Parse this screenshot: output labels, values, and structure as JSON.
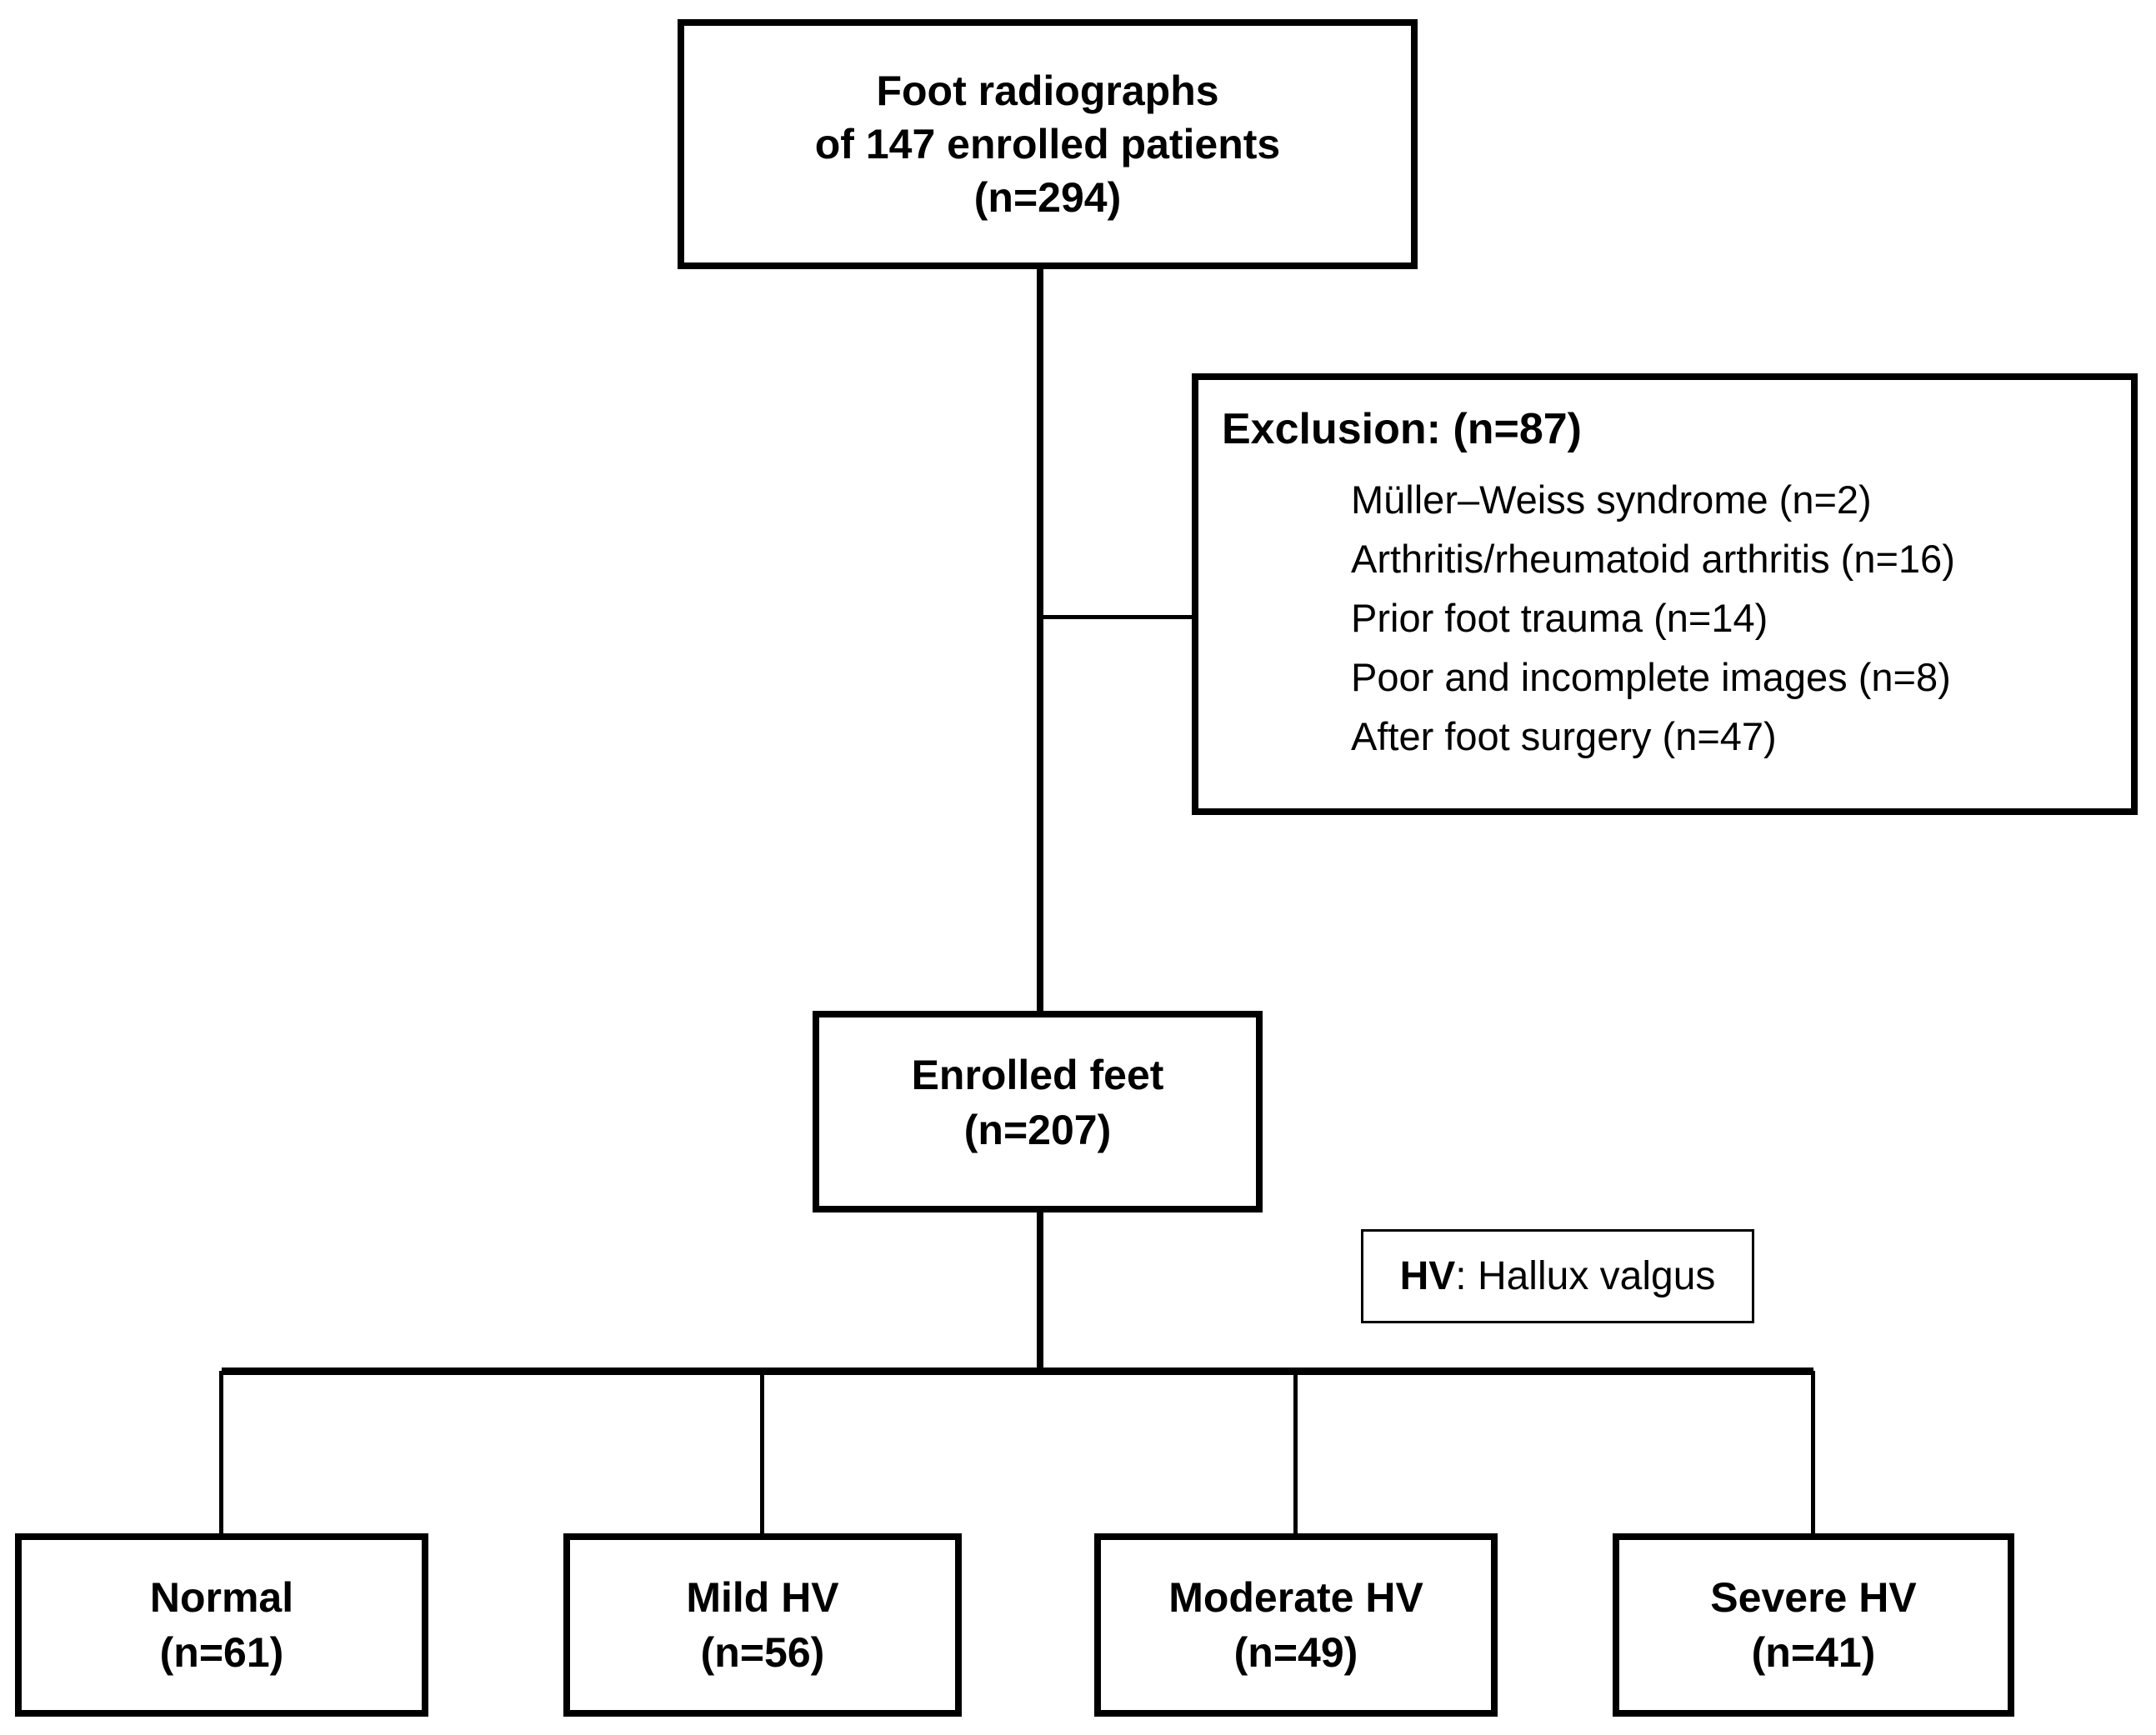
{
  "flowchart": {
    "top_box": {
      "line1": "Foot radiographs",
      "line2": "of 147 enrolled patients",
      "count": "(n=294)"
    },
    "exclusion_box": {
      "heading": "Exclusion: (n=87)",
      "items": [
        "Müller–Weiss syndrome (n=2)",
        "Arthritis/rheumatoid arthritis (n=16)",
        "Prior foot trauma (n=14)",
        "Poor and incomplete images (n=8)",
        "After foot surgery (n=47)"
      ]
    },
    "enrolled_box": {
      "line1": "Enrolled feet",
      "count": "(n=207)"
    },
    "legend_box": {
      "abbr": "HV",
      "rest": ": Hallux valgus"
    },
    "outcome_boxes": [
      {
        "line1": "Normal",
        "count": "(n=61)"
      },
      {
        "line1": "Mild HV",
        "count": "(n=56)"
      },
      {
        "line1": "Moderate HV",
        "count": "(n=49)"
      },
      {
        "line1": "Severe HV",
        "count": "(n=41)"
      }
    ],
    "colors": {
      "line": "#000000",
      "text": "#000000",
      "background": "#ffffff"
    }
  }
}
